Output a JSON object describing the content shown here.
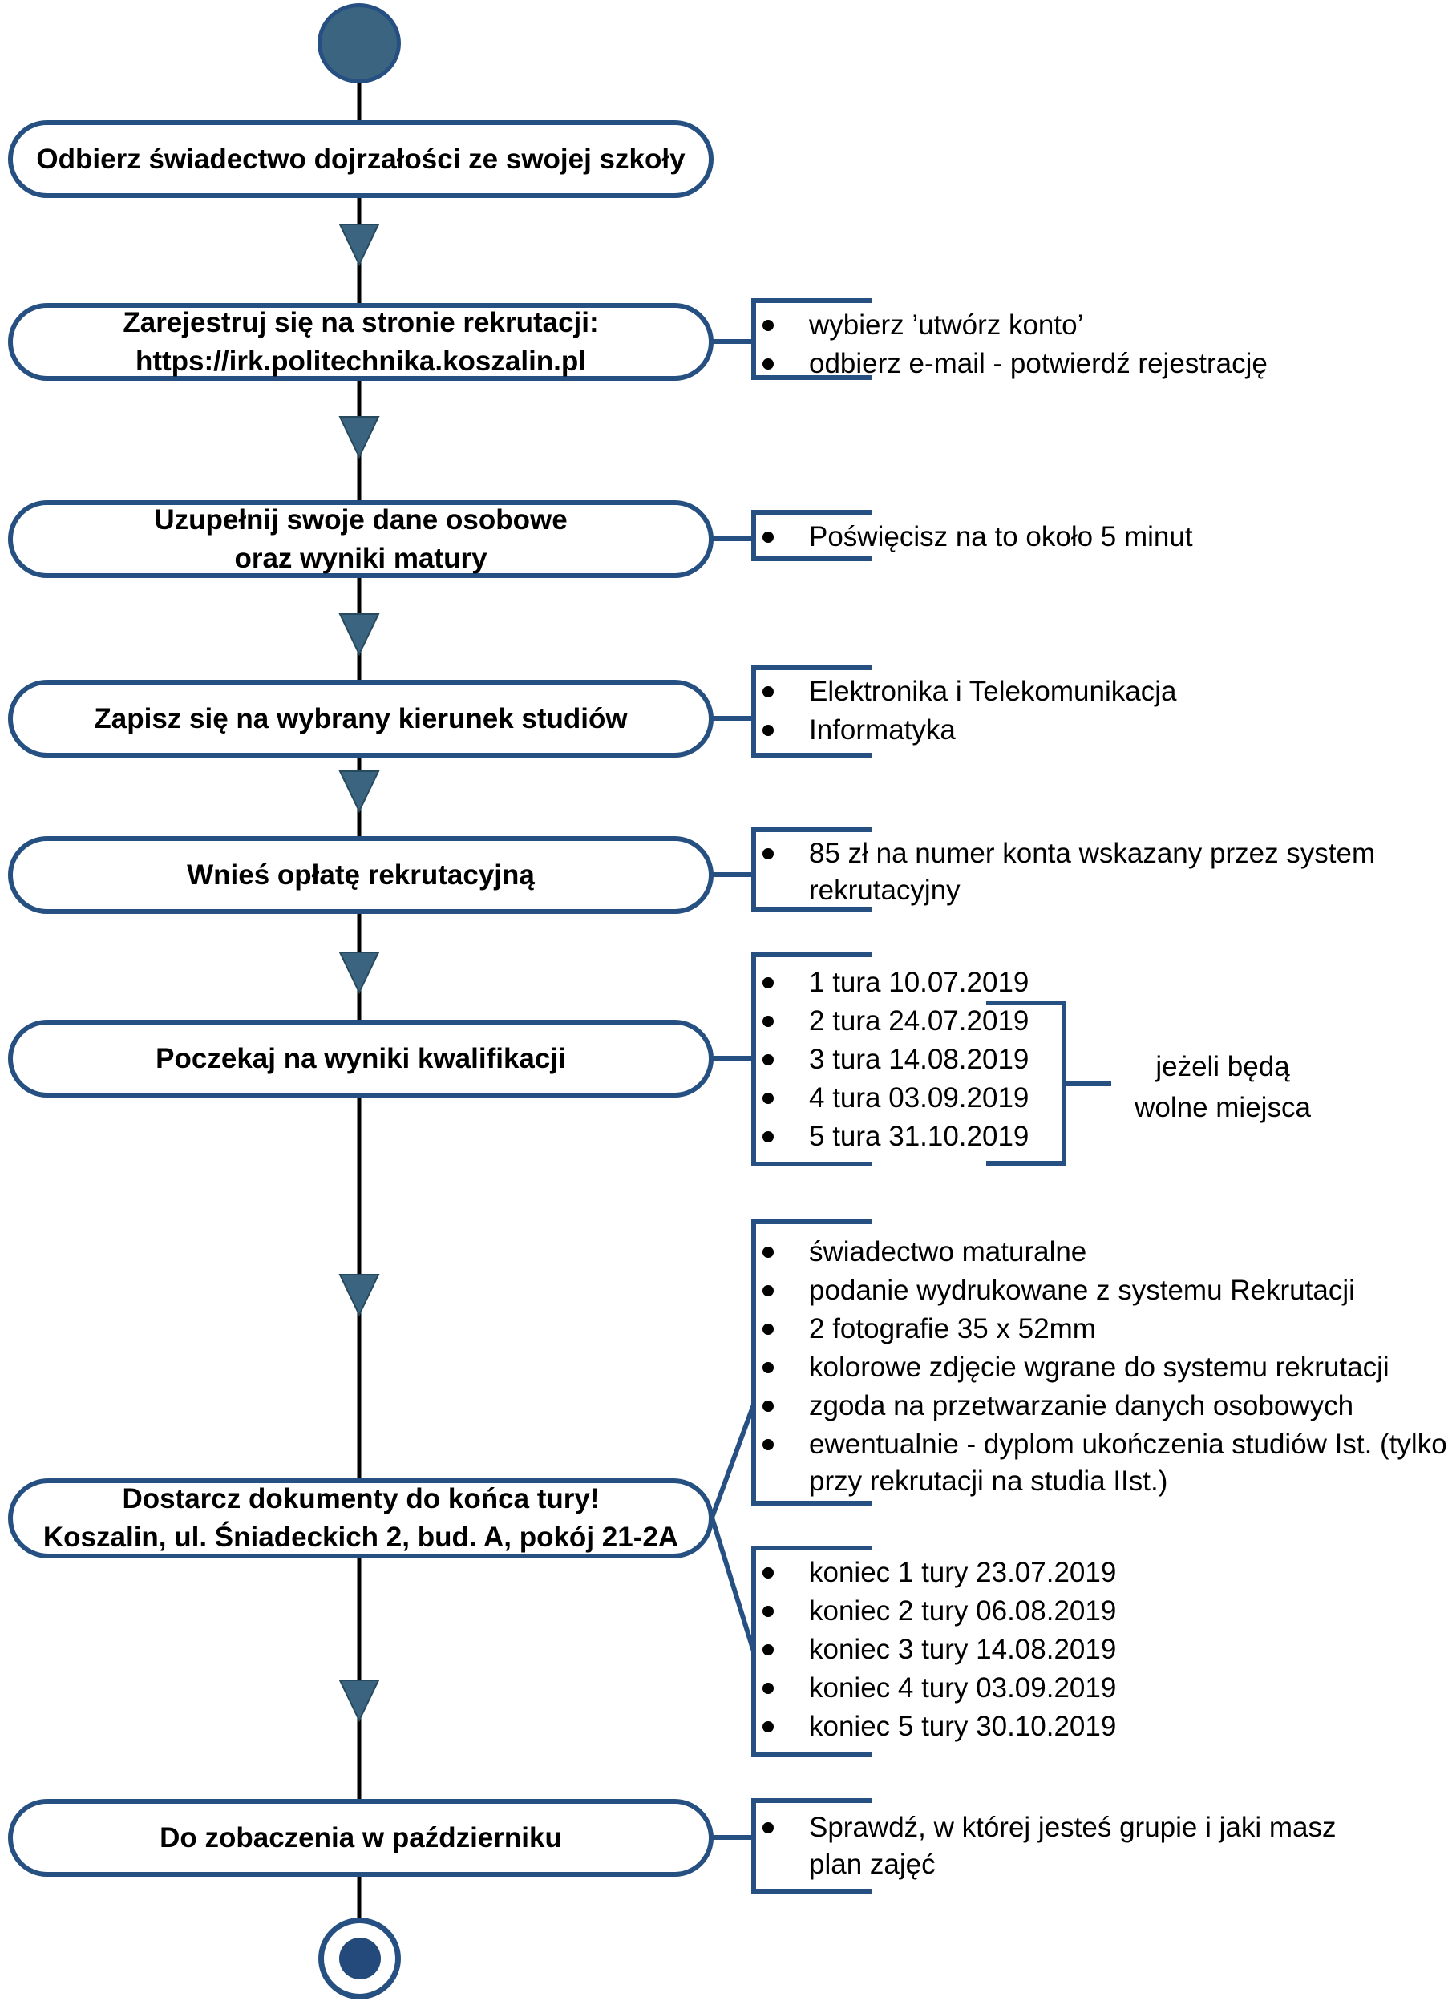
{
  "colors": {
    "box_border_navy": "#265081",
    "node_fill_steel": "#3A6480",
    "end_dot_navy": "#24497B",
    "flow_line_black": "#000000",
    "text_black": "#000000"
  },
  "steps": [
    {
      "lines": [
        "Odbierz świadectwo dojrzałości ze swojej szkoły"
      ]
    },
    {
      "lines": [
        "Zarejestruj się na stronie rekrutacji:",
        "https://irk.politechnika.koszalin.pl"
      ]
    },
    {
      "lines": [
        "Uzupełnij swoje dane osobowe",
        "oraz wyniki matury"
      ]
    },
    {
      "lines": [
        "Zapisz się na wybrany kierunek studiów"
      ]
    },
    {
      "lines": [
        "Wnieś opłatę rekrutacyjną"
      ]
    },
    {
      "lines": [
        "Poczekaj na wyniki kwalifikacji"
      ]
    },
    {
      "lines": [
        "Dostarcz dokumenty do końca tury!",
        "Koszalin, ul. Śniadeckich 2, bud. A, pokój 21-2A"
      ]
    },
    {
      "lines": [
        "Do zobaczenia w październiku"
      ]
    }
  ],
  "notes": {
    "register": [
      "wybierz ’utwórz konto’",
      "odbierz e-mail - potwierdź rejestrację"
    ],
    "personal": [
      "Poświęcisz na to około 5 minut"
    ],
    "majors": [
      "Elektronika i Telekomunikacja",
      "Informatyka"
    ],
    "fee": [
      "85 zł na numer konta wskazany przez system\nrekrutacyjny"
    ],
    "rounds": [
      "1 tura 10.07.2019",
      "2 tura 24.07.2019",
      "3 tura 14.08.2019",
      "4 tura 03.09.2019",
      "5 tura 31.10.2019"
    ],
    "rounds_condition": "jeżeli będą\nwolne miejsca",
    "documents": [
      "świadectwo maturalne",
      "podanie wydrukowane z systemu Rekrutacji",
      "2 fotografie 35 x 52mm",
      "kolorowe zdjęcie wgrane do systemu rekrutacji",
      "zgoda na przetwarzanie danych osobowych",
      "ewentualnie - dyplom ukończenia studiów Ist. (tylko\nprzy rekrutacji na studia IIst.)"
    ],
    "deadlines": [
      "koniec 1 tury 23.07.2019",
      "koniec 2 tury 06.08.2019",
      "koniec 3 tury 14.08.2019",
      "koniec 4 tury 03.09.2019",
      "koniec 5 tury 30.10.2019"
    ],
    "final": [
      "Sprawdź, w której jesteś grupie i jaki masz\nplan zajęć"
    ]
  }
}
